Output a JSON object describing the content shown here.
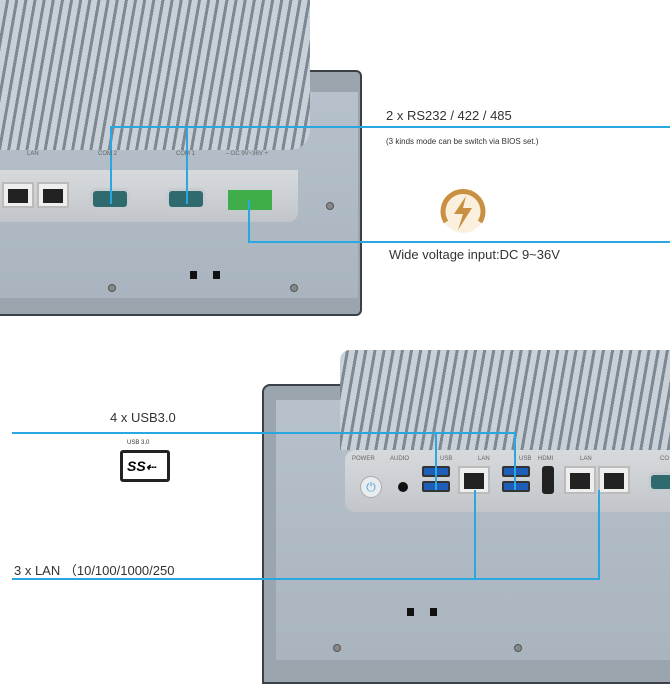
{
  "top_device": {
    "port_labels": [
      "LAN",
      "COM 2",
      "COM 1",
      "– DC 9V~36V +"
    ]
  },
  "bottom_device": {
    "port_labels": [
      "POWER",
      "AUDIO",
      "USB",
      "LAN",
      "USB",
      "HDMI",
      "LAN",
      "CO"
    ]
  },
  "annotations": {
    "rs232_title": "2 x RS232 / 422 / 485",
    "rs232_note": "(3 kinds mode can be switch via BIOS set.)",
    "voltage": "Wide voltage input:DC 9~36V",
    "usb_title": "4 x USB3.0",
    "usb_badge_label": "USB 3.0",
    "usb_badge_logo": "SS",
    "lan_title": "3 x LAN （10/100/1000/250"
  },
  "colors": {
    "line": "#2aa7e0",
    "lightning": "#c89040"
  }
}
